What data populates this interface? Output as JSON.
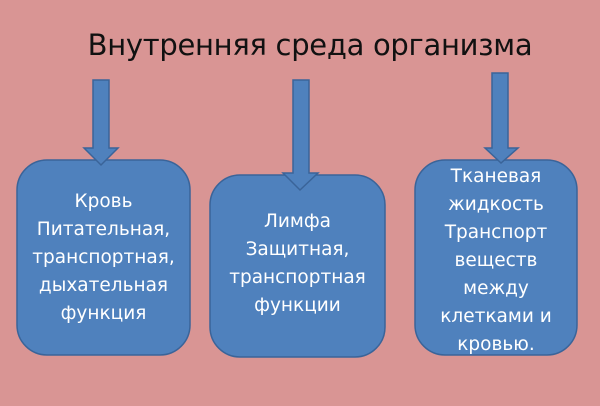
{
  "title": "Внутренняя среда организма",
  "colors": {
    "background": "#d99594",
    "shape_fill": "#4f81bd",
    "shape_stroke": "#3a6499",
    "text": "#ffffff"
  },
  "boxes": [
    {
      "lines": [
        "Кровь",
        "Питательная,",
        "транспортная,",
        "дыхательная",
        "функция"
      ]
    },
    {
      "lines": [
        "Лимфа",
        "Защитная,",
        "транспортная",
        "функции"
      ]
    },
    {
      "lines": [
        "Тканевая",
        "жидкость",
        "Транспорт",
        "веществ",
        "между",
        "клетками и",
        "кровью."
      ]
    }
  ]
}
